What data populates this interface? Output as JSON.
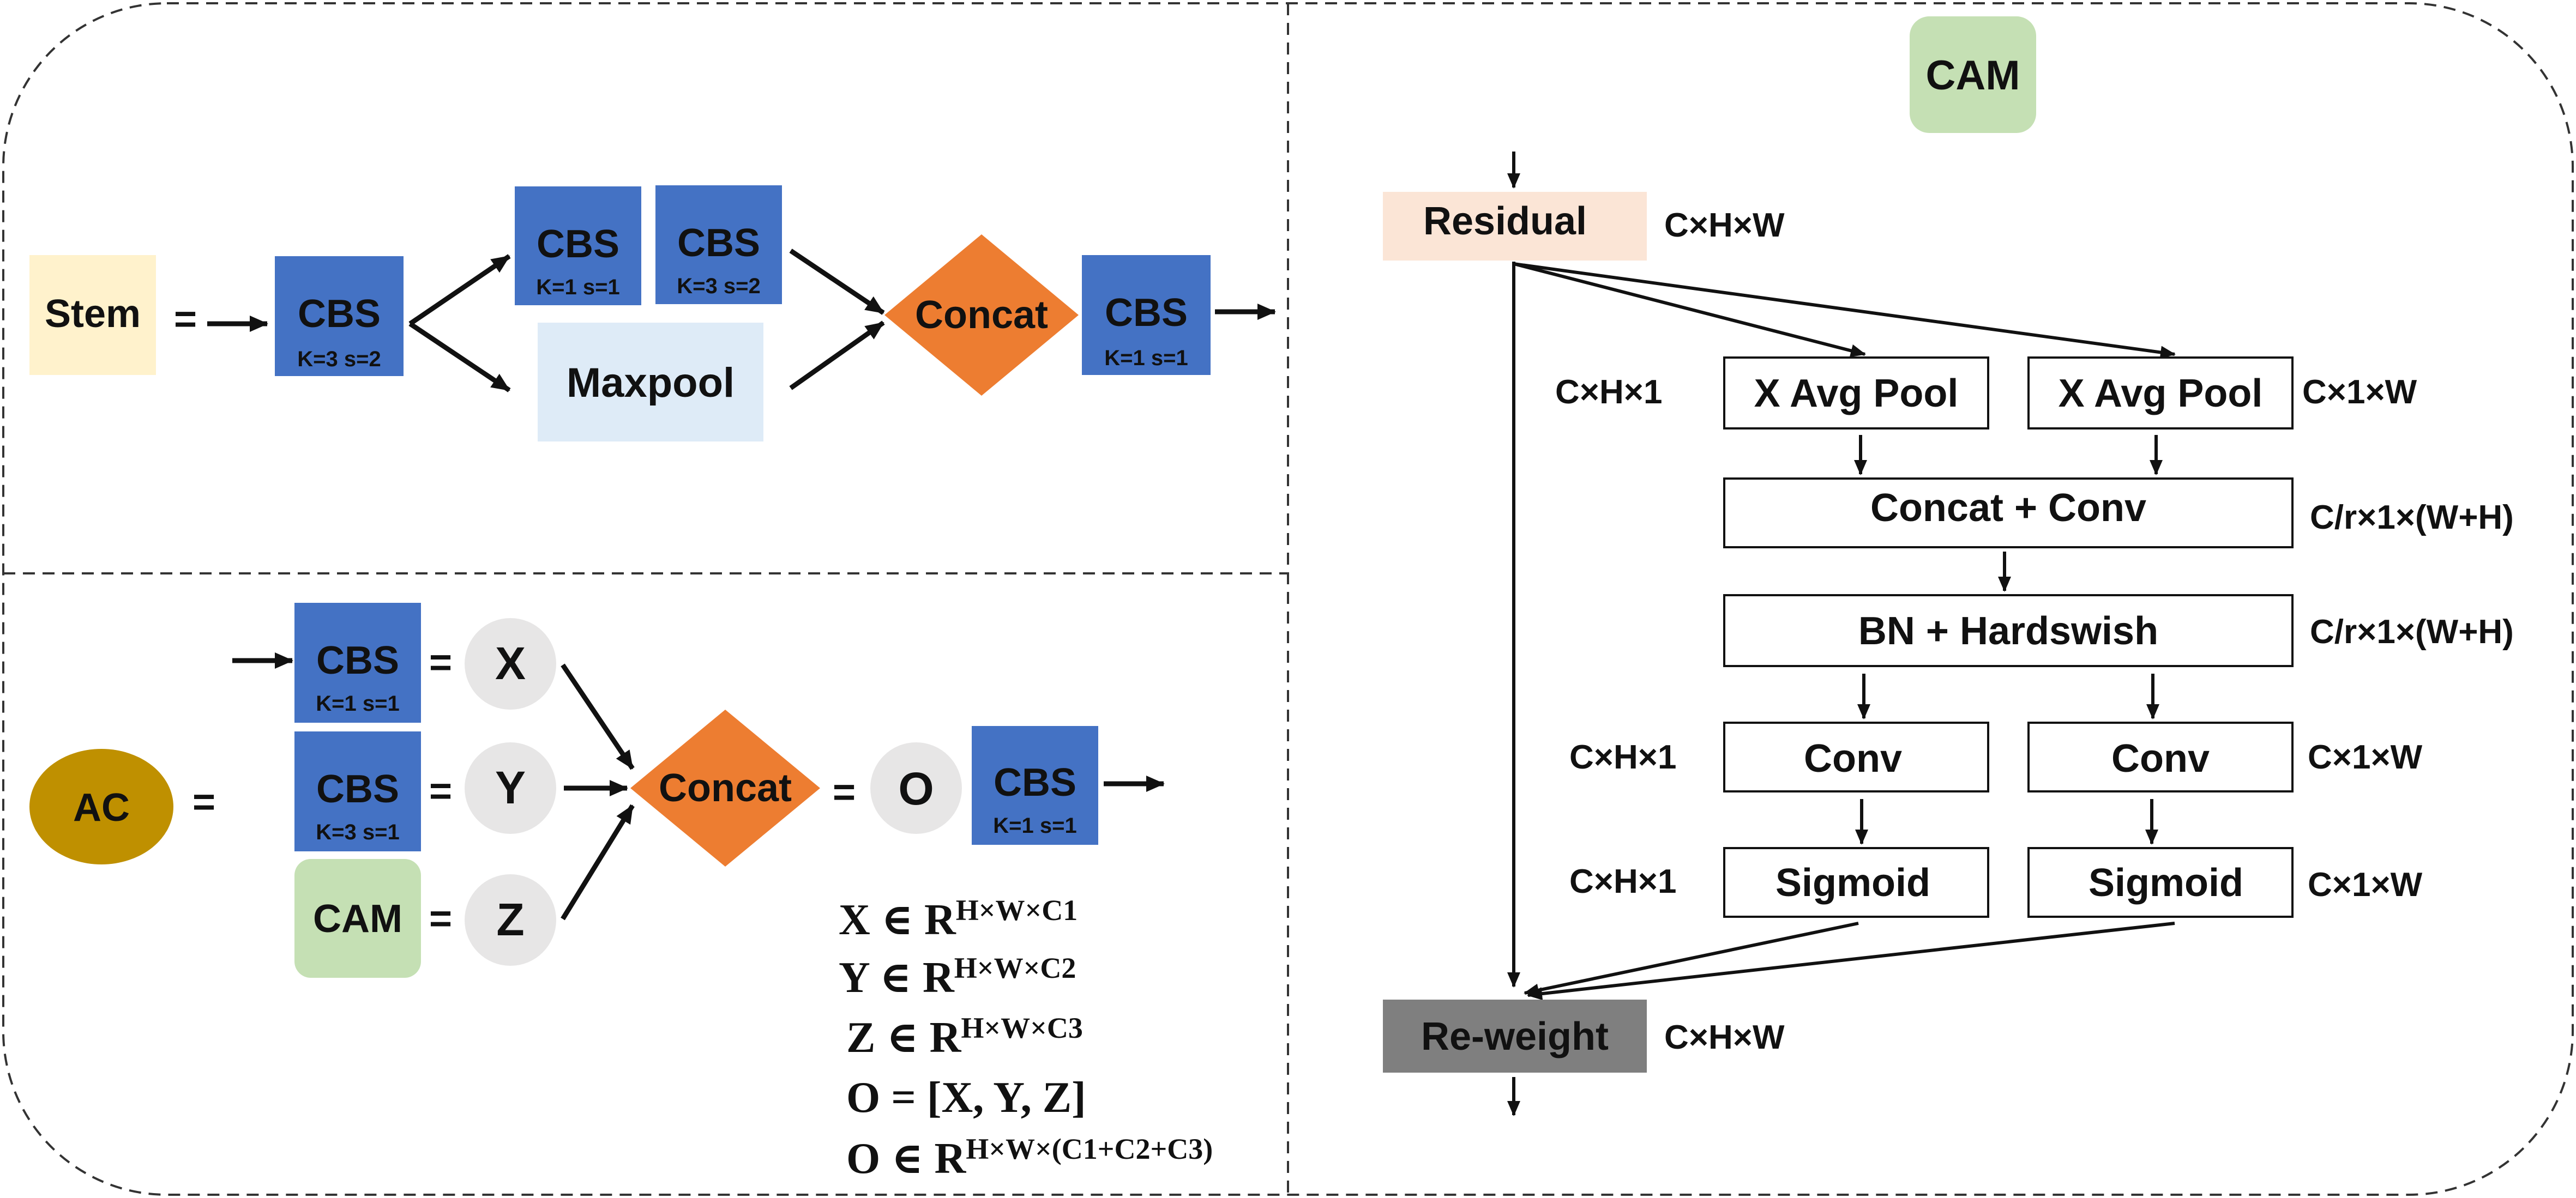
{
  "stem": {
    "label": "Stem",
    "equals": "=",
    "cbs1": {
      "title": "CBS",
      "params": "K=3 s=2"
    },
    "cbs_a": {
      "title": "CBS",
      "params": "K=1 s=1"
    },
    "cbs_b": {
      "title": "CBS",
      "params": "K=3 s=2"
    },
    "maxpool": "Maxpool",
    "concat": "Concat",
    "cbs_out": {
      "title": "CBS",
      "params": "K=1 s=1"
    }
  },
  "ac": {
    "label": "AC",
    "equals": "=",
    "cbs_x": {
      "title": "CBS",
      "params": "K=1 s=1"
    },
    "cbs_y": {
      "title": "CBS",
      "params": "K=3 s=1"
    },
    "cam": "CAM",
    "eq_x": "=",
    "eq_y": "=",
    "eq_z": "=",
    "x": "X",
    "y": "Y",
    "z": "Z",
    "concat": "Concat",
    "eq_o": "=",
    "o": "O",
    "cbs_out": {
      "title": "CBS",
      "params": "K=1 s=1"
    },
    "formulas": [
      {
        "base": "X ∈ R",
        "sup": "H×W×C1"
      },
      {
        "base": "Y ∈ R",
        "sup": "H×W×C2"
      },
      {
        "base": "Z ∈ R",
        "sup": "H×W×C3"
      },
      {
        "base": "O = [X, Y, Z]",
        "sup": ""
      },
      {
        "base": "O ∈ R",
        "sup": "H×W×(C1+C2+C3)"
      }
    ]
  },
  "cam": {
    "title": "CAM",
    "residual": "Residual",
    "residual_dim": "C×H×W",
    "x_avg_pool_left": "X Avg Pool",
    "x_avg_pool_right": "X Avg Pool",
    "dim_left_pool": "C×H×1",
    "dim_right_pool": "C×1×W",
    "concat_conv": "Concat + Conv",
    "dim_concat": "C/r×1×(W+H)",
    "bn_hardswish": "BN + Hardswish",
    "dim_bn": "C/r×1×(W+H)",
    "conv_left": "Conv",
    "conv_right": "Conv",
    "dim_conv_left": "C×H×1",
    "dim_conv_right": "C×1×W",
    "sigmoid_left": "Sigmoid",
    "sigmoid_right": "Sigmoid",
    "dim_sig_left": "C×H×1",
    "dim_sig_right": "C×1×W",
    "reweight": "Re-weight",
    "reweight_dim": "C×H×W"
  },
  "colors": {
    "cbs_blue": "#4472C4",
    "stem_fill": "#FFF2CC",
    "maxpool_fill": "#DEEBF7",
    "concat_orange": "#ED7D31",
    "cam_green": "#C5E0B4",
    "ac_gold": "#BF9000",
    "circle_gray": "#E7E6E6",
    "residual_fill": "#FBE5D6",
    "reweight_fill": "#7F7F7F"
  }
}
